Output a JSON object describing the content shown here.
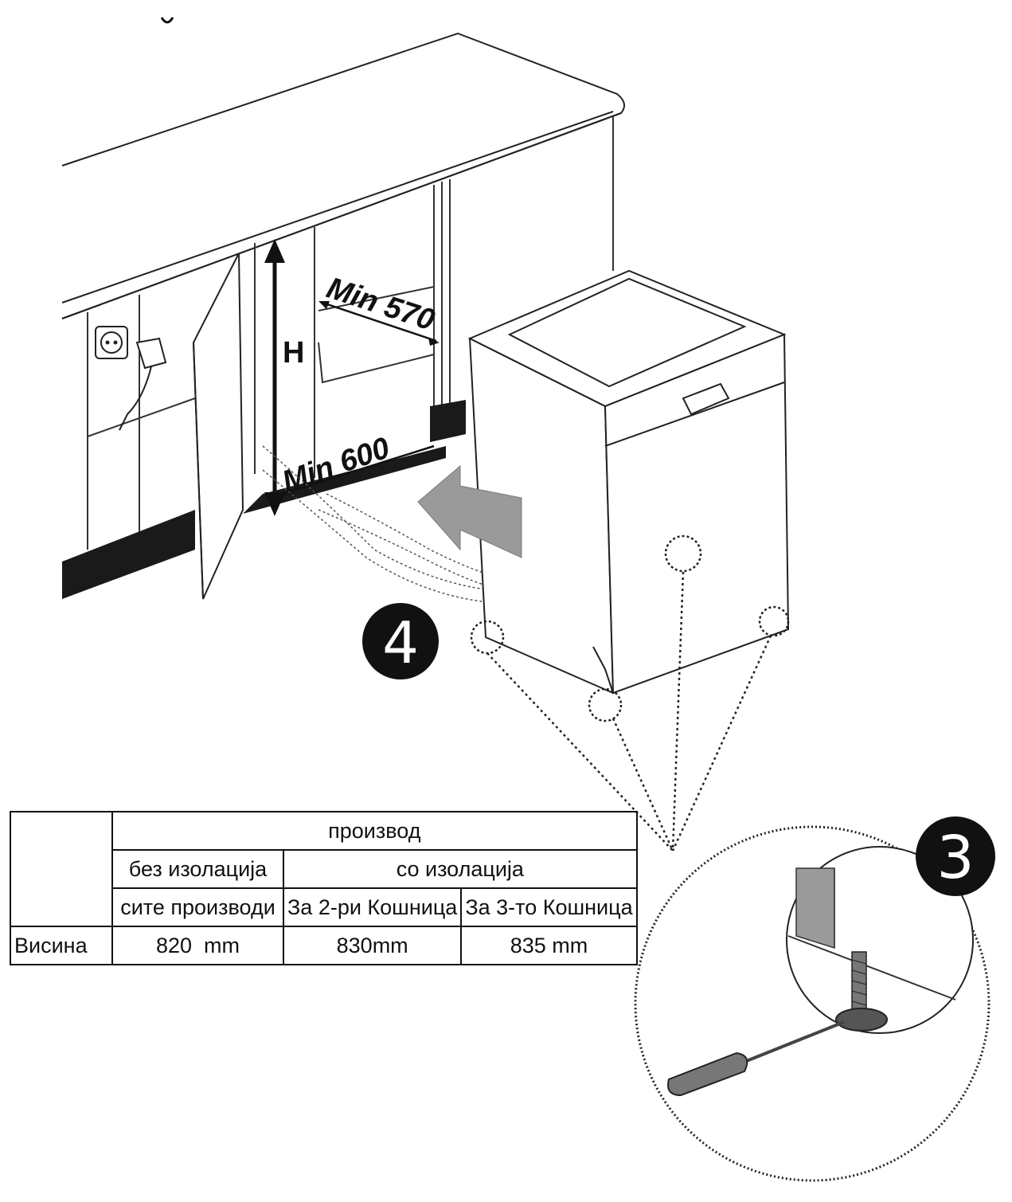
{
  "labels": {
    "min_depth": "Min 570",
    "min_width": "Min 600",
    "height_symbol": "H"
  },
  "steps": {
    "step_four": "4",
    "step_three": "3"
  },
  "table": {
    "group_header": "производ",
    "col_without": "без изолација",
    "col_with": "со изолација",
    "sub_all": "сите производи",
    "sub_2": "За 2-ри Кошница",
    "sub_3": "За 3-то Кошница",
    "row_label": "Висина",
    "val_all": "820  mm",
    "val_2": "830mm",
    "val_3": "835 mm"
  }
}
